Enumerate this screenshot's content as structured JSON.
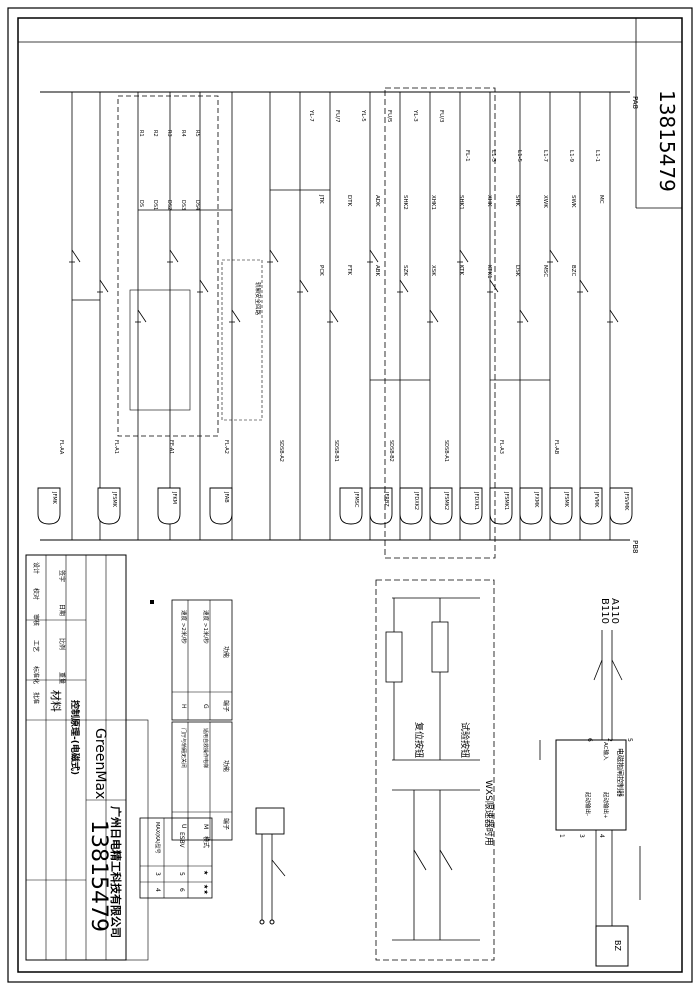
{
  "drawing_number": "13815479",
  "company": "广州日电精工科技有限公司",
  "brand": "GreenMax",
  "drawing_title": "控制原理-(电磁式)",
  "material_label": "材料",
  "bus": {
    "top": "PA8",
    "bottom": "PB8"
  },
  "wxs_label": "WXS限速器时用",
  "test_button": "试验按钮",
  "reset_button": "复位按钮",
  "supply": {
    "a": "A110",
    "b": "B110"
  },
  "brake_box": {
    "title": "电磁抱闸控制器",
    "pins": [
      "5",
      "2",
      "6",
      "1",
      "3",
      "4"
    ],
    "ac_in": "AC输入",
    "dc_plus": "起动输出+",
    "dc_minus": "起动输出-"
  },
  "bz_label": "BZ",
  "speed_table": {
    "headers": [
      "功能",
      "端子"
    ],
    "rows": [
      [
        "速度 >1米/秒",
        "G"
      ],
      [
        "速度 >2米/秒",
        "H"
      ]
    ]
  },
  "function_table": {
    "headers": [
      "功能",
      "端子"
    ],
    "rows": [
      [
        "适用自救操作电梯",
        "M"
      ],
      [
        "门厅与轿厢无关闭",
        "U"
      ]
    ]
  },
  "mode_table": {
    "headers": [
      "模式",
      "★",
      "★★"
    ],
    "rows": [
      [
        "ESBV",
        "5",
        "6"
      ],
      [
        "MAX(KA)型号",
        "3",
        "4"
      ]
    ]
  },
  "title_block": {
    "rows": [
      "设计",
      "校对",
      "审核",
      "工艺",
      "标准化",
      "批准"
    ],
    "cols": [
      "签字",
      "日期",
      "比例",
      "重量"
    ]
  },
  "relay_labels": [
    "JFMK",
    "JFSMK",
    "JFKM",
    "JFAB",
    "JFMSC",
    "JFRBZ",
    "JFDXK2",
    "JFSMK2",
    "JFDXK1",
    "JFSMK1",
    "JFXMK",
    "JFSMK",
    "JFVMK",
    "JFSVMK",
    "JFMC"
  ],
  "top_terminals": [
    "YL-7",
    "FU/7",
    "YL-5",
    "FU/5",
    "YL-3",
    "FU/3",
    "FL-1",
    "L1-3",
    "L1-5",
    "L1-7",
    "L1-9",
    "L1-1"
  ],
  "switch_labels": [
    "JTK",
    "DTK",
    "ADK",
    "SHK2",
    "XHK1",
    "SHK1",
    "XHK",
    "SHK",
    "XWK",
    "SWK",
    "MC",
    "PCK",
    "FTK",
    "ABK",
    "SZK",
    "XSK",
    "KTK",
    "KTK1",
    "DSK",
    "MSC",
    "BZC"
  ],
  "relay_bottom_labels": [
    "FL-AA",
    "FL-A1",
    "FE-A1",
    "FL-A2",
    "SDSB-A2",
    "SDSB-B1",
    "SDSB-B2",
    "SDSB-A1",
    "FL-A3",
    "FL-AB"
  ],
  "resistor_labels": [
    "R1",
    "R2",
    "R3",
    "R4",
    "R5"
  ],
  "door_labels": [
    "DS",
    "DS1",
    "DS2",
    "DS3",
    "DS4"
  ],
  "center_box_label": "轿厢安全回路"
}
